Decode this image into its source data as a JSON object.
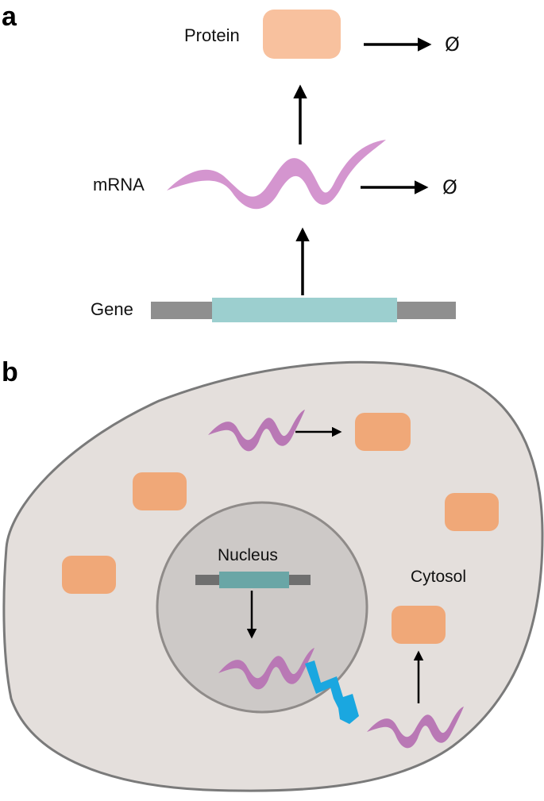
{
  "panel_a": {
    "label": "a",
    "protein_label": "Protein",
    "mrna_label": "mRNA",
    "gene_label": "Gene",
    "protein_degradation_symbol": "Ø",
    "mrna_degradation_symbol": "Ø"
  },
  "panel_b": {
    "label": "b",
    "nucleus_label": "Nucleus",
    "cytosol_label": "Cytosol"
  },
  "colors": {
    "protein": "#f8c19e",
    "protein_cell": "#f0a878",
    "mrna": "#d495cf",
    "mrna_cell": "#b978b5",
    "gene_coding": "#9ccfcf",
    "gene_flank": "#8f8f8f",
    "cell_fill": "#e4dfdc",
    "nucleus_fill": "#cdc9c7",
    "export_arrow": "#1aa7e0"
  }
}
